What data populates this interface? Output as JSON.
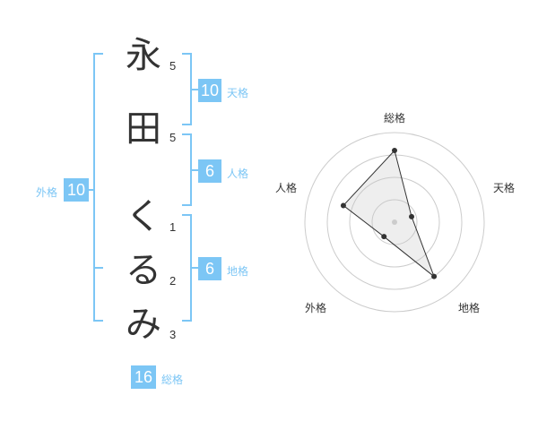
{
  "name": {
    "chars": [
      {
        "char": "永",
        "strokes": "5"
      },
      {
        "char": "田",
        "strokes": "5"
      },
      {
        "char": "く",
        "strokes": "1"
      },
      {
        "char": "る",
        "strokes": "2"
      },
      {
        "char": "み",
        "strokes": "3"
      }
    ]
  },
  "kaku": {
    "tenkaku": {
      "value": "10",
      "label": "天格"
    },
    "jinkaku": {
      "value": "6",
      "label": "人格"
    },
    "chikaku": {
      "value": "6",
      "label": "地格"
    },
    "gaikaku": {
      "value": "10",
      "label": "外格"
    },
    "soukaku": {
      "value": "16",
      "label": "総格"
    }
  },
  "colors": {
    "accent": "#7cc6f5",
    "text": "#333333",
    "grid": "#cccccc"
  },
  "chart_data": {
    "type": "radar",
    "axes": [
      "総格",
      "天格",
      "地格",
      "外格",
      "人格"
    ],
    "values": [
      0.8,
      0.2,
      0.75,
      0.2,
      0.6
    ],
    "rings": 4,
    "range": [
      0,
      1
    ]
  }
}
